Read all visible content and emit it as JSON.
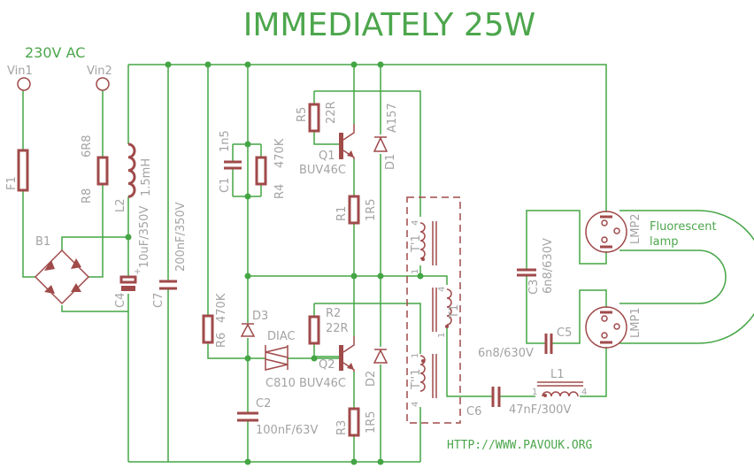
{
  "title": "IMMEDIATELY 25W",
  "supply": "230V AC",
  "url": "HTTP://WWW.PAVOUK.ORG",
  "lamp_note": [
    "Fluorescent",
    "lamp"
  ],
  "colors": {
    "wire": "#44a544",
    "component": "#a04a4a",
    "label": "#a3a3a3",
    "title": "#4ca64c"
  },
  "components": {
    "vin1": "Vin1",
    "vin2": "Vin2",
    "f1": "F1",
    "r8": "R8",
    "r8_val": "6R8",
    "l2": "L2",
    "l2_val": "1.5mH",
    "b1": "B1",
    "c4": "C4",
    "c4_val": "10uF/350V",
    "c7": "C7",
    "c7_val": "200nF/350V",
    "c1": "C1",
    "c1_val": "1n5",
    "r4": "R4",
    "r4_val": "470K",
    "r6": "R6",
    "r6_val": "470K",
    "d3": "D3",
    "diac": "DIAC",
    "diac_val": "C810",
    "c2": "C2",
    "c2_val": "100nF/63V",
    "r5": "R5",
    "r5_val": "22R",
    "q1": "Q1",
    "q1_val": "BUV46C",
    "r1": "R1",
    "r1_val": "1R5",
    "d1": "D1",
    "d1_val": "A157",
    "r2": "R2",
    "r2_val": "22R",
    "q2": "Q2",
    "q2_val": "BUV46C",
    "r3": "R3",
    "r3_val": "1R5",
    "d2": "D2",
    "t1a": "T'1",
    "t1": "T1",
    "t1b": "T''1",
    "pin1": "1",
    "pin4": "4",
    "c3": "C3",
    "c3_val": "6n8/630V",
    "c5": "C5",
    "c5_val": "6n8/630V",
    "c6": "C6",
    "c6_val": "47nF/300V",
    "l1": "L1",
    "lmp1": "LMP1",
    "lmp2": "LMP2"
  }
}
